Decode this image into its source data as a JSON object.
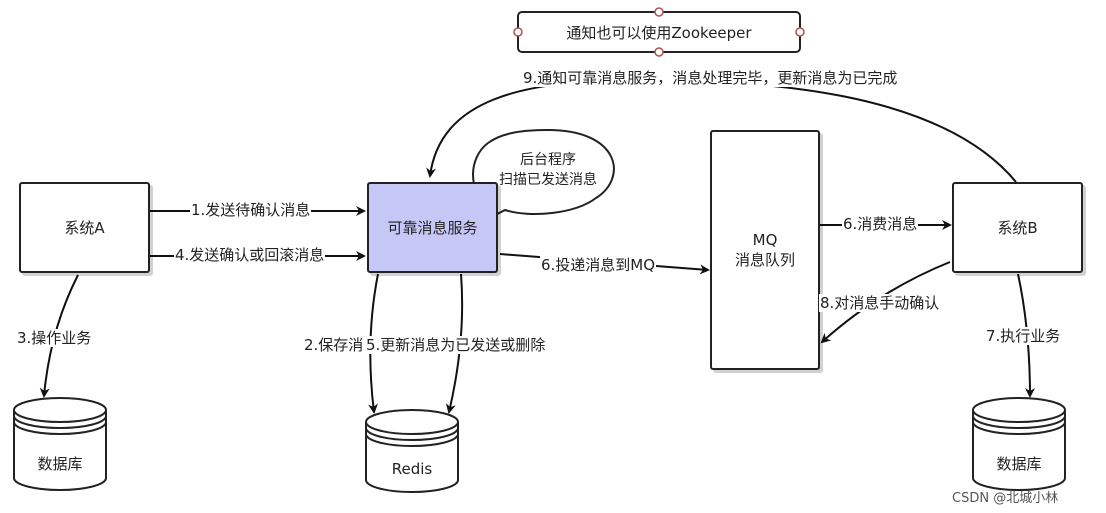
{
  "nodes": {
    "system_a": "系统A",
    "service": "可靠消息服务",
    "mq_line1": "MQ",
    "mq_line2": "消息队列",
    "system_b": "系统B",
    "note": "通知也可以使用Zookeeper",
    "bubble_line1": "后台程序",
    "bubble_line2": "扫描已发送消息"
  },
  "databases": {
    "db_left": "数据库",
    "redis": "Redis",
    "db_right": "数据库"
  },
  "edges": {
    "e1": "1.发送待确认消息",
    "e2": "2.保存消",
    "e3": "3.操作业务",
    "e4": "4.发送确认或回滚消息",
    "e5": "5.更新消息为已发送或删除",
    "e6": "6.投递消息到MQ",
    "e6b": "6.消费消息",
    "e7": "7.执行业务",
    "e8": "8.对消息手动确认",
    "e9": "9.通知可靠消息服务，消息处理完毕，更新消息为已完成"
  },
  "watermark": "CSDN @北城小林"
}
